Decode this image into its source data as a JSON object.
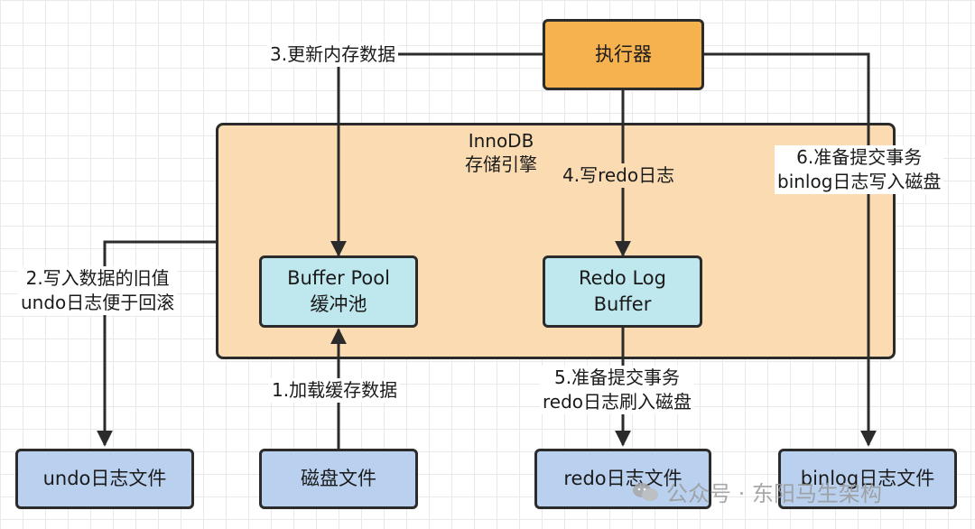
{
  "executor": {
    "label": "执行器"
  },
  "engine": {
    "title_line1": "InnoDB",
    "title_line2": "存储引擎"
  },
  "buffer_pool": {
    "line1": "Buffer Pool",
    "line2": "缓冲池"
  },
  "redo_log_buffer": {
    "line1": "Redo Log",
    "line2": "Buffer"
  },
  "files": {
    "undo": "undo日志文件",
    "disk": "磁盘文件",
    "redo": "redo日志文件",
    "binlog": "binlog日志文件"
  },
  "steps": {
    "step1": "1.加载缓存数据",
    "step2_line1": "2.写入数据的旧值",
    "step2_line2": "undo日志便于回滚",
    "step3": "3.更新内存数据",
    "step4": "4.写redo日志",
    "step5_line1": "5.准备提交事务",
    "step5_line2": "redo日志刷入磁盘",
    "step6_line1": "6.准备提交事务",
    "step6_line2": "binlog日志写入磁盘"
  },
  "watermark": {
    "text": "公众号 · 东阳马生架构",
    "icon": "wechat-icon"
  },
  "colors": {
    "executor": "#f5b24f",
    "engine": "#fbdcb2",
    "buffer": "#bfe7ee",
    "file": "#b9d0ef",
    "stroke": "#2b2b2b"
  }
}
